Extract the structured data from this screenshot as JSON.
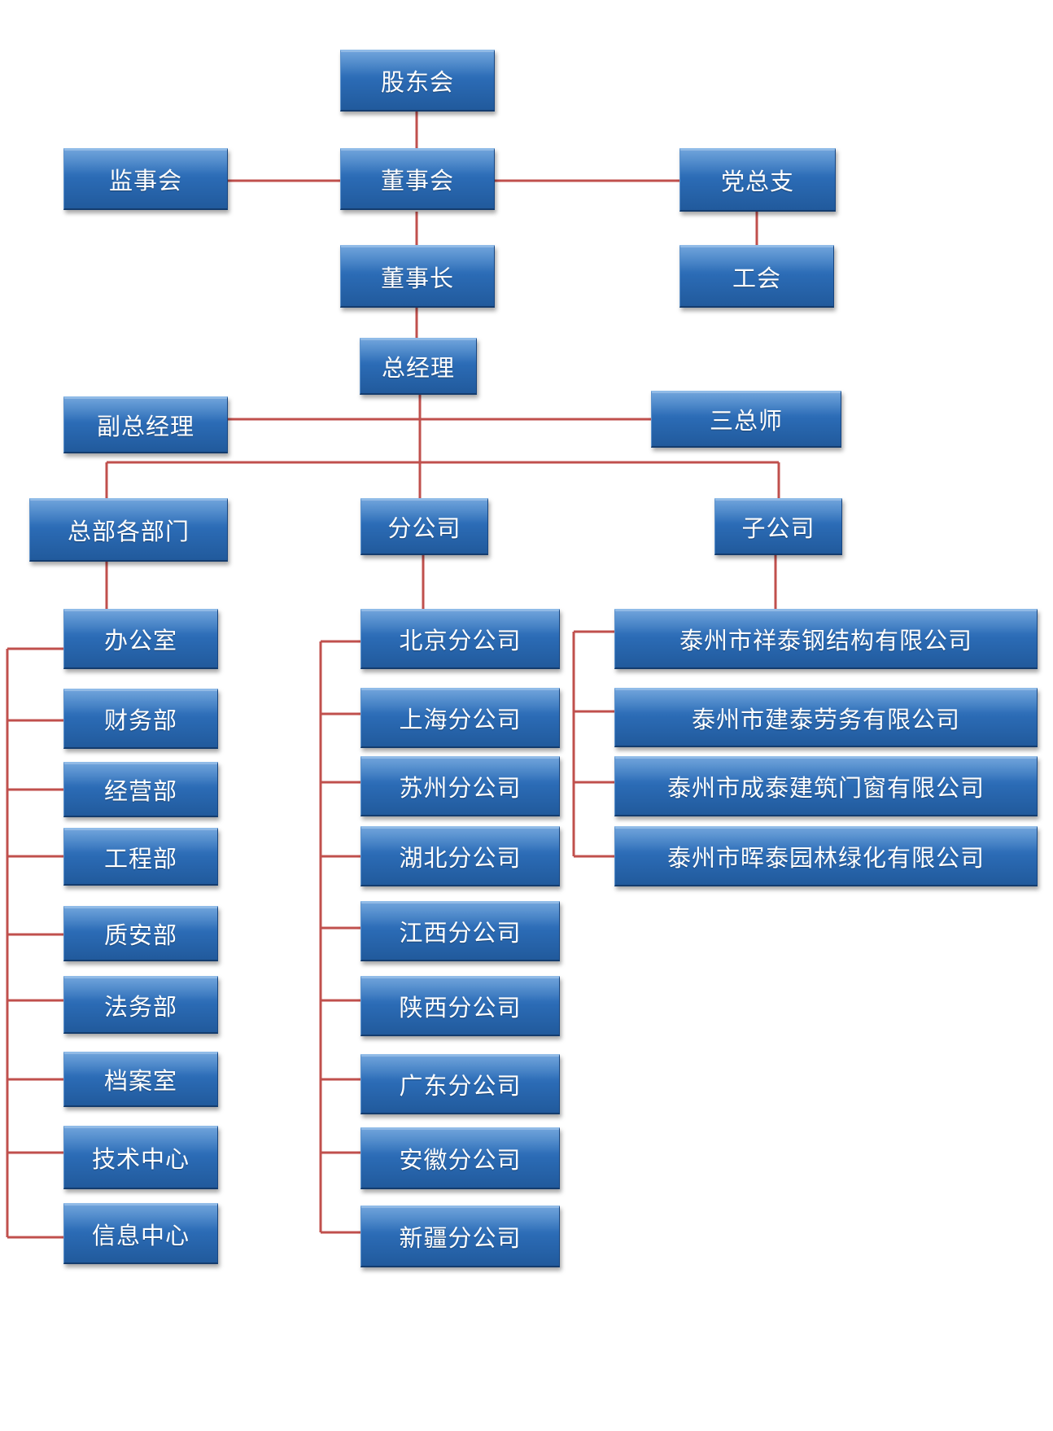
{
  "colors": {
    "box": "#2b6bb5",
    "connector": "#c0504d"
  },
  "nodes": {
    "shareholders": "股东会",
    "supervisors": "监事会",
    "board": "董事会",
    "party": "党总支",
    "chairman": "董事长",
    "union": "工会",
    "gm": "总经理",
    "deputy_gm": "副总经理",
    "chief_engineers": "三总师",
    "hq": "总部各部门",
    "branches": "分公司",
    "subsidiaries": "子公司"
  },
  "departments": [
    "办公室",
    "财务部",
    "经营部",
    "工程部",
    "质安部",
    "法务部",
    "档案室",
    "技术中心",
    "信息中心"
  ],
  "branch_list": [
    "北京分公司",
    "上海分公司",
    "苏州分公司",
    "湖北分公司",
    "江西分公司",
    "陕西分公司",
    "广东分公司",
    "安徽分公司",
    "新疆分公司"
  ],
  "subsidiary_list": [
    "泰州市祥泰钢结构有限公司",
    "泰州市建泰劳务有限公司",
    "泰州市成泰建筑门窗有限公司",
    "泰州市晖泰园林绿化有限公司"
  ]
}
